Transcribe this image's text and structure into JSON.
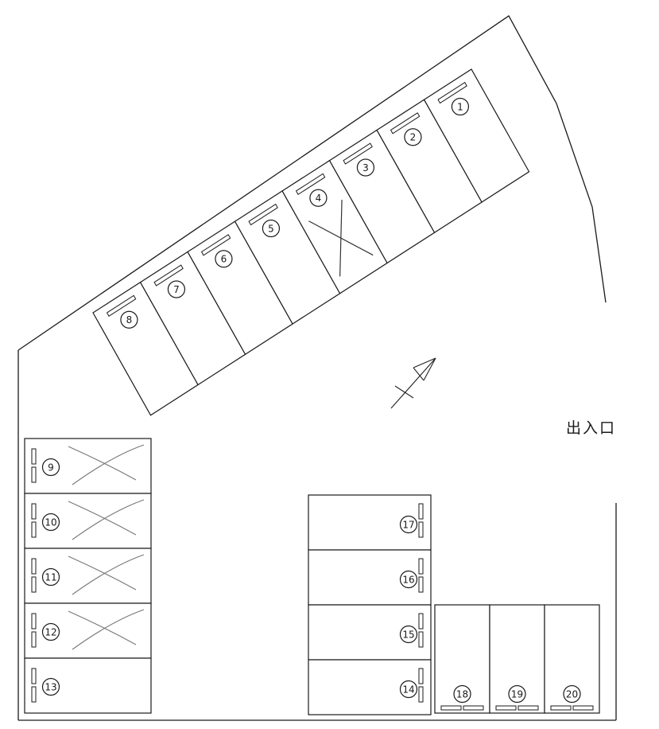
{
  "diagram": {
    "entrance_label": "出入口",
    "north_arrow": "north-arrow-icon",
    "diagonal_row": [
      {
        "id": "1",
        "label": "①",
        "unavailable": false
      },
      {
        "id": "2",
        "label": "②",
        "unavailable": false
      },
      {
        "id": "3",
        "label": "③",
        "unavailable": false
      },
      {
        "id": "4",
        "label": "④",
        "unavailable": true
      },
      {
        "id": "5",
        "label": "⑤",
        "unavailable": false
      },
      {
        "id": "6",
        "label": "⑥",
        "unavailable": false
      },
      {
        "id": "7",
        "label": "⑦",
        "unavailable": false
      },
      {
        "id": "8",
        "label": "⑧",
        "unavailable": false
      }
    ],
    "left_column": [
      {
        "id": "9",
        "label": "⑨",
        "unavailable": true
      },
      {
        "id": "10",
        "label": "⑩",
        "unavailable": true
      },
      {
        "id": "11",
        "label": "⑪",
        "unavailable": true
      },
      {
        "id": "12",
        "label": "⑫",
        "unavailable": true
      },
      {
        "id": "13",
        "label": "⑬",
        "unavailable": false
      }
    ],
    "center_column": [
      {
        "id": "17",
        "label": "⑰",
        "unavailable": false
      },
      {
        "id": "16",
        "label": "⑯",
        "unavailable": false
      },
      {
        "id": "15",
        "label": "⑮",
        "unavailable": false
      },
      {
        "id": "14",
        "label": "⑭",
        "unavailable": false
      }
    ],
    "bottom_row": [
      {
        "id": "18",
        "label": "⑱",
        "unavailable": false
      },
      {
        "id": "19",
        "label": "⑲",
        "unavailable": false
      },
      {
        "id": "20",
        "label": "⑳",
        "unavailable": false
      }
    ]
  }
}
